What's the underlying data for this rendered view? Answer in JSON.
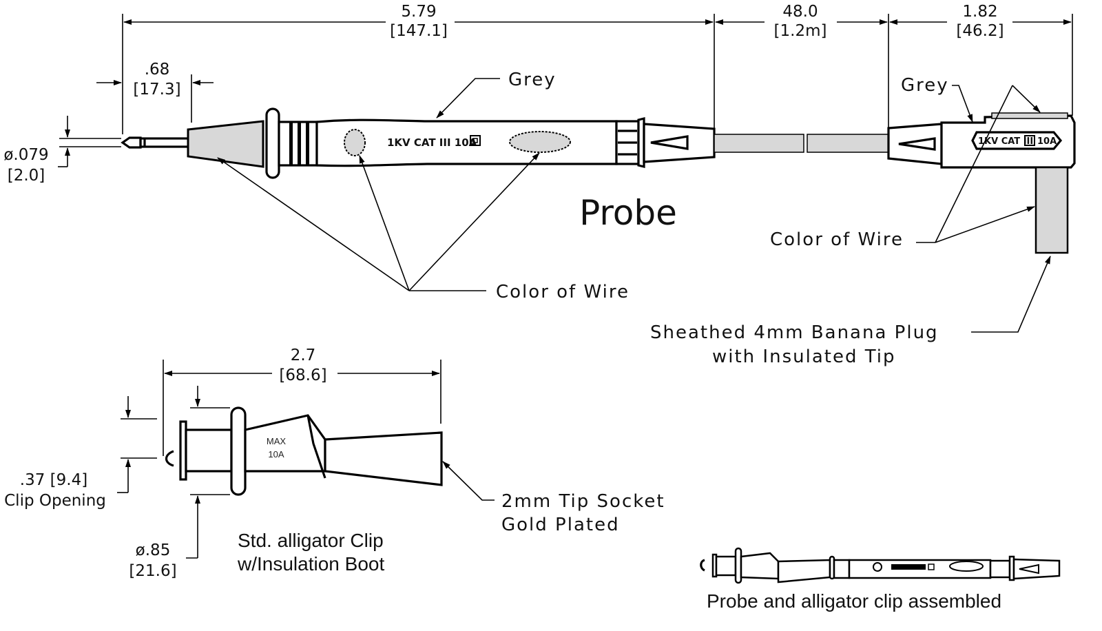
{
  "diagram": {
    "title": "Probe",
    "dimensions": {
      "probe_length": {
        "inch": "5.79",
        "mm": "[147.1]"
      },
      "cable_length": {
        "inch": "48.0",
        "mm": "[1.2m]"
      },
      "plug_length": {
        "inch": "1.82",
        "mm": "[46.2]"
      },
      "tip_length": {
        "inch": ".68",
        "mm": "[17.3]"
      },
      "tip_diameter": {
        "inch": "ø.079",
        "mm": "[2.0]"
      },
      "clip_length": {
        "inch": "2.7",
        "mm": "[68.6]"
      },
      "clip_opening": {
        "value": ".37 [9.4]",
        "label": "Clip Opening"
      },
      "clip_diameter": {
        "inch": "ø.85",
        "mm": "[21.6]"
      }
    },
    "labels": {
      "grey_probe": "Grey",
      "grey_plug": "Grey",
      "color_of_wire_probe": "Color of Wire",
      "color_of_wire_plug": "Color of Wire",
      "banana_plug_line1": "Sheathed 4mm Banana Plug",
      "banana_plug_line2": "with Insulated Tip",
      "tip_socket_line1": "2mm Tip Socket",
      "tip_socket_line2": "Gold Plated",
      "clip_caption_line1": "Std. alligator Clip",
      "clip_caption_line2": "w/Insulation Boot",
      "assembled_caption": "Probe and alligator clip assembled"
    },
    "markings": {
      "probe_rating": "1KV CAT III 10A",
      "plug_rating_a": "1KV CAT III",
      "plug_rating_b": "10A",
      "clip_max": "MAX",
      "clip_current": "10A"
    },
    "colors": {
      "line": "#000000",
      "fill_grey": "#d8d8d8",
      "background": "#ffffff"
    }
  }
}
